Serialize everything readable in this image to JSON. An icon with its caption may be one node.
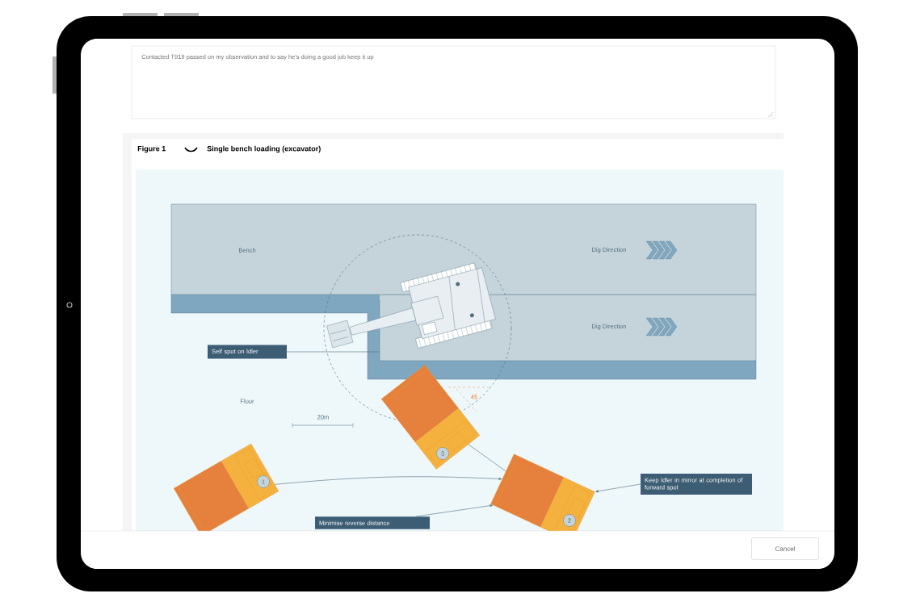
{
  "diagram": {
    "title": "Single bench loading (excavator)",
    "nodes": [
      {
        "text": [
          "Bench"
        ]
      },
      {
        "text": [
          "Self spot on Idler"
        ]
      },
      {
        "text": [],
        "shape": "picture"
      },
      {
        "text": [
          "1"
        ]
      },
      {
        "text": [
          "3"
        ]
      },
      {
        "text": [
          "2"
        ]
      },
      {
        "text": [
          "Keep Idler in mirror at completion of forward spot"
        ]
      },
      {
        "text": [
          "Minimise reverse distance"
        ]
      }
    ],
    "edges": [
      {
        "from": 1,
        "to": 2,
        "arrow": "none"
      },
      {
        "from": 3,
        "to": 5,
        "arrow": "to"
      },
      {
        "from": 4,
        "to": 5,
        "arrow": "none"
      },
      {
        "from": 6,
        "to": 5,
        "arrow": "to"
      },
      {
        "from": 7,
        "to": 5,
        "arrow": "to"
      }
    ],
    "labels": [
      "Contacted T919 passed on my observation and to say he's doing a good job keep it up",
      "Figure 1",
      "Dig Direction",
      "Dig Direction",
      "Floor",
      "20m",
      "45",
      "Cancel"
    ]
  }
}
